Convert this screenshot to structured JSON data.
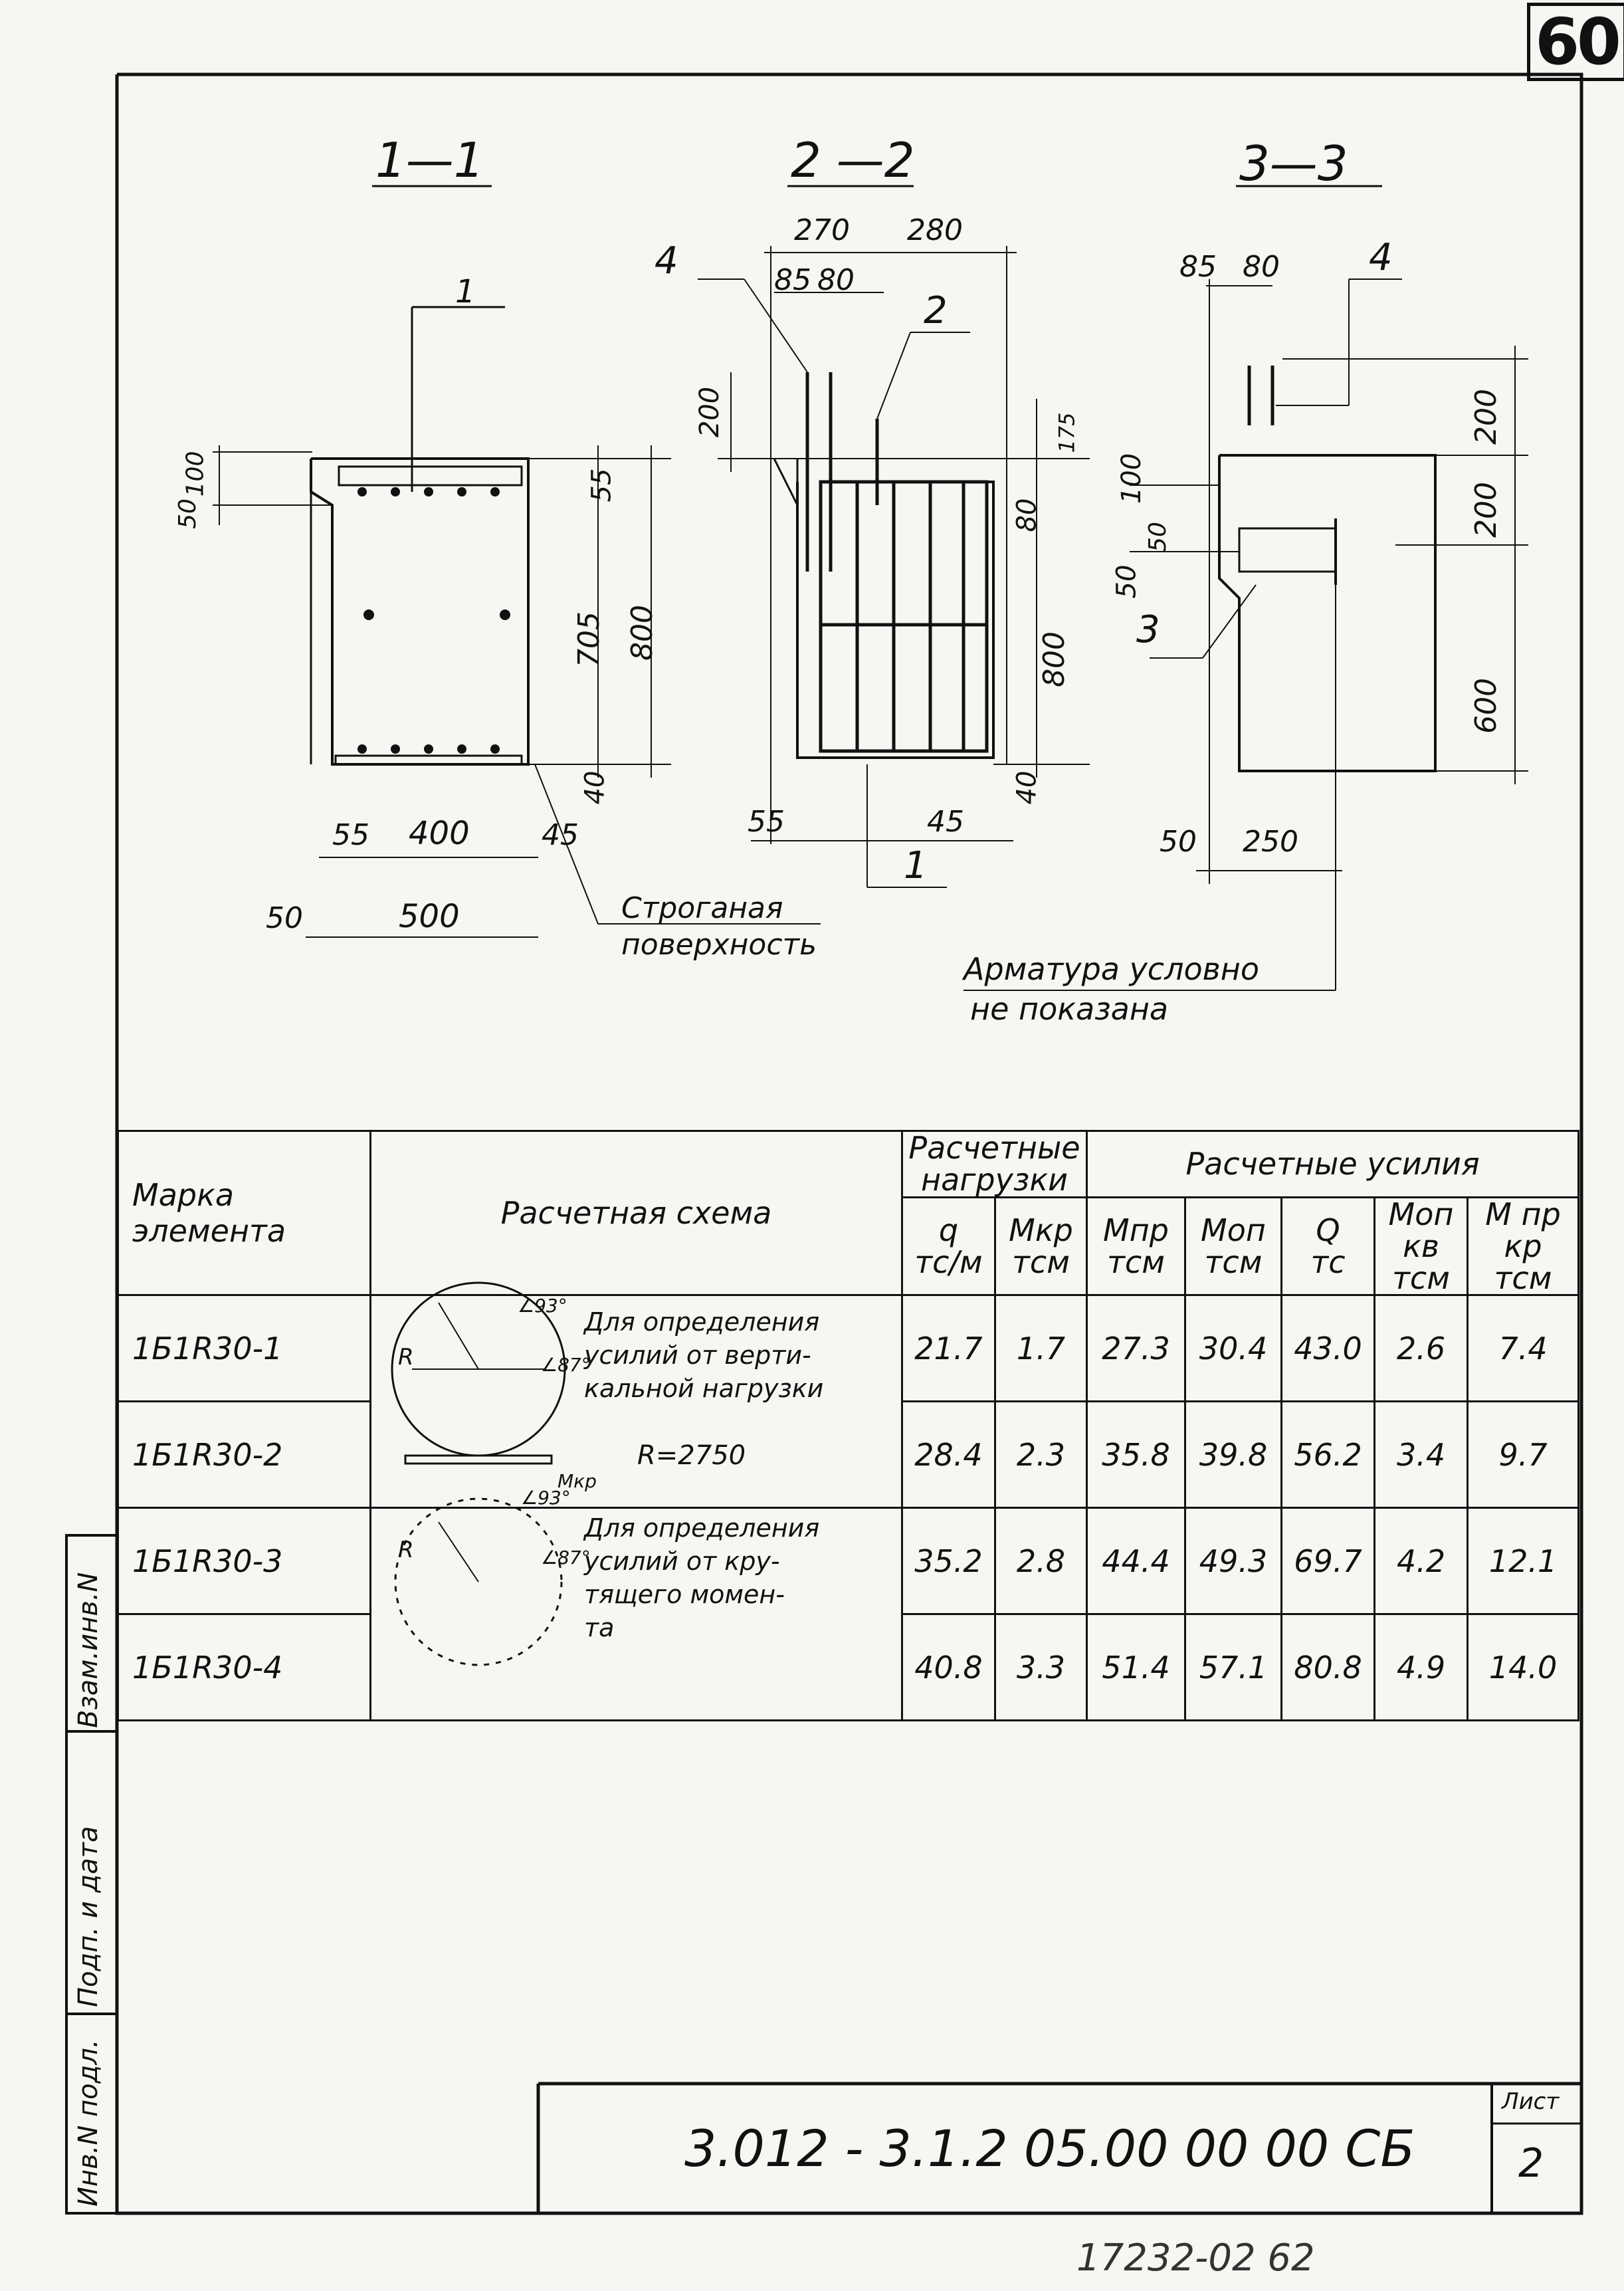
{
  "sheet_number": "60",
  "sections": [
    {
      "title": "1—1",
      "callout": "1",
      "dims": {
        "d50": "50",
        "d100": "100",
        "d55": "55",
        "d705": "705",
        "d800": "800",
        "d40": "40",
        "b55": "55",
        "b400": "400",
        "b45": "45",
        "b50": "50",
        "b500": "500"
      },
      "note_line1": "Строганая",
      "note_line2": "поверхность"
    },
    {
      "title": "2 —2",
      "callout_top": "4",
      "callout_mid": "2",
      "callout_bot": "1",
      "dims": {
        "d270": "270",
        "d280": "280",
        "d85": "85",
        "d80": "80",
        "d200": "200",
        "d175": "175",
        "d80b": "80",
        "d800": "800",
        "d40": "40",
        "b55": "55",
        "b45": "45"
      }
    },
    {
      "title": "3—3",
      "callout_top": "4",
      "callout_side": "3",
      "dims": {
        "d85": "85",
        "d80": "80",
        "d200a": "200",
        "d200b": "200",
        "d600": "600",
        "d100": "100",
        "d50a": "50",
        "d50b": "50",
        "b50": "50",
        "b250": "250"
      },
      "note_line1": "Арматура условно",
      "note_line2": "не показана"
    }
  ],
  "table": {
    "headers": {
      "mark": "Марка\nэлемента",
      "scheme": "Расчетная схема",
      "loads": "Расчетные\nнагрузки",
      "forces": "Расчетные усилия",
      "cols": [
        "q\nтс/м",
        "Мкр\nтсм",
        "Мпр\nтсм",
        "Моп\nтсм",
        "Q\nтс",
        "Моп кв\nтсм",
        "М пр кр\nтсм"
      ]
    },
    "rows": [
      {
        "mark": "1Б1R30-1",
        "values": [
          "21.7",
          "1.7",
          "27.3",
          "30.4",
          "43.0",
          "2.6",
          "7.4"
        ]
      },
      {
        "mark": "1Б1R30-2",
        "values": [
          "28.4",
          "2.3",
          "35.8",
          "39.8",
          "56.2",
          "3.4",
          "9.7"
        ]
      },
      {
        "mark": "1Б1R30-3",
        "values": [
          "35.2",
          "2.8",
          "44.4",
          "49.3",
          "69.7",
          "4.2",
          "12.1"
        ]
      },
      {
        "mark": "1Б1R30-4",
        "values": [
          "40.8",
          "3.3",
          "51.4",
          "57.1",
          "80.8",
          "4.9",
          "14.0"
        ]
      }
    ],
    "scheme1": {
      "line1": "Для определения",
      "line2": "усилий от верти-",
      "line3": "кальной нагрузки",
      "radius": "R=2750",
      "r": "R",
      "a93": "∠93°",
      "a87": "∠87°"
    },
    "scheme2": {
      "line1": "Для определения",
      "line2": "усилий от кру-",
      "line3": "тящего момен-",
      "line4": "та",
      "mkp": "Мкр",
      "r": "R",
      "a93": "∠93°",
      "a87": "∠87°"
    }
  },
  "side_stamp": [
    "Взам.инв.N",
    "Подп. и дата",
    "Инв.N подл."
  ],
  "title_block": {
    "code": "3.012 - 3.1.2   05.00 00 00 СБ",
    "sheet_label": "Лист",
    "sheet": "2"
  },
  "footer_number": "17232-02   62"
}
